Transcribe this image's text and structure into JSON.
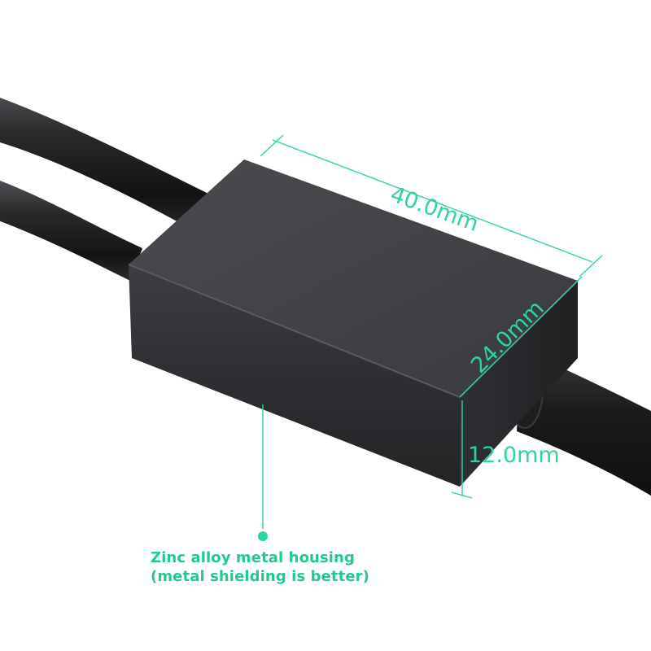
{
  "dimensions": {
    "length": "40.0mm",
    "width": "24.0mm",
    "height": "12.0mm"
  },
  "caption": {
    "line1": "Zinc alloy metal housing",
    "line2": "(metal shielding is better)"
  },
  "colors": {
    "accent": "#2ed3a0",
    "housing": "#3a3b3e",
    "cable": "#1e1f21",
    "background": "#ffffff"
  }
}
